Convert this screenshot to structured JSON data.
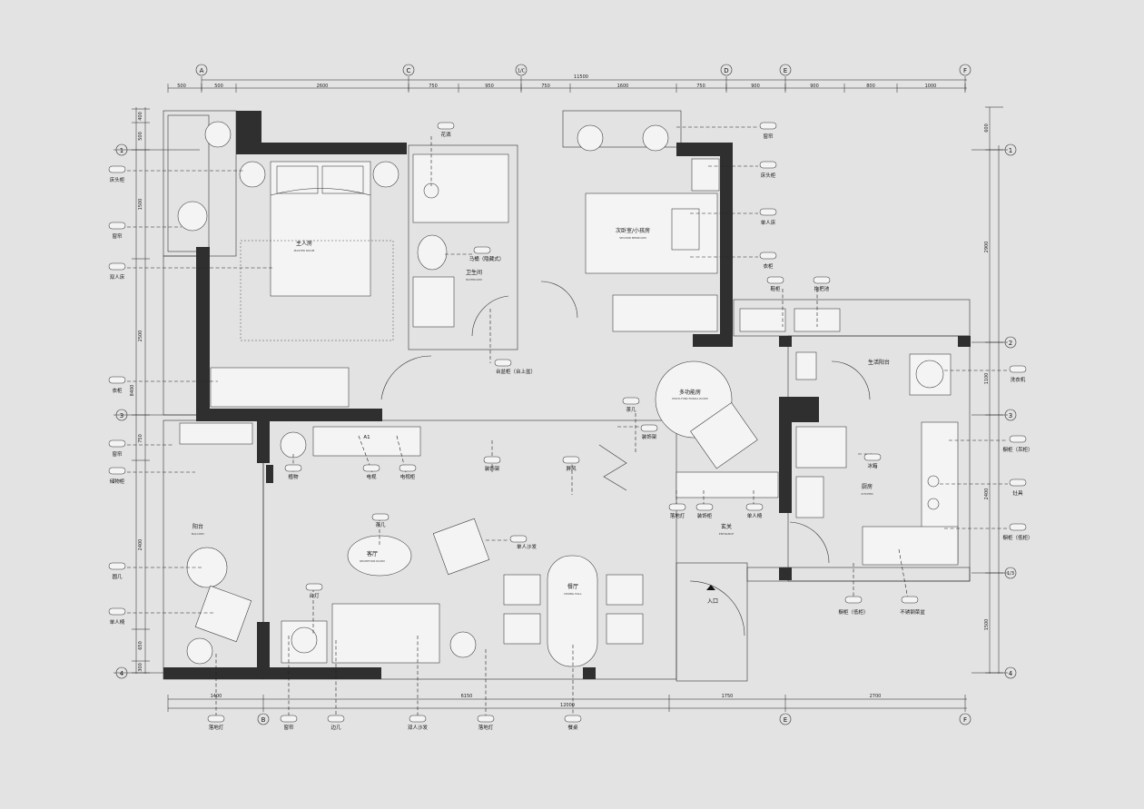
{
  "grid": {
    "top": [
      "A",
      "C",
      "1/C",
      "D",
      "E",
      "F"
    ],
    "bottom": [
      "B",
      "E",
      "F"
    ],
    "left": [
      "1",
      "3",
      "4"
    ],
    "right": [
      "1",
      "2",
      "3",
      "1/3",
      "4"
    ]
  },
  "dims": {
    "top_segments": [
      "500",
      "500",
      "2600",
      "750",
      "950",
      "750",
      "1600",
      "750",
      "900",
      "900",
      "800",
      "1000"
    ],
    "top_total": "11500",
    "bottom_segments": [
      "1400",
      "6150",
      "1750",
      "2700"
    ],
    "bottom_total": "12000",
    "left_segments": [
      "400",
      "500",
      "1500",
      "2500",
      "750",
      "2400",
      "650",
      "300"
    ],
    "left_total": "8400",
    "right_segments": [
      "600",
      "2900",
      "1100",
      "2400",
      "1500"
    ]
  },
  "rooms": {
    "master": {
      "cn": "主人房",
      "en": "MASTER ROOM"
    },
    "bath": {
      "cn": "卫生间",
      "en": "BATHROOM"
    },
    "second": {
      "cn": "次卧室/小孩房",
      "en": "SECOND BEDROOM"
    },
    "multi": {
      "cn": "多功能房",
      "en": "MULTI-FUNCTIONAL ROOM"
    },
    "living": {
      "cn": "客厅",
      "en": "RECEPTION ROOM"
    },
    "dining": {
      "cn": "餐厅",
      "en": "DINING HALL"
    },
    "balcony": {
      "cn": "阳台",
      "en": "BALCONY"
    },
    "kitchen": {
      "cn": "厨房",
      "en": "KITCHEN"
    },
    "foyer": {
      "cn": "玄关",
      "en": "ENTRANCE"
    },
    "service_balcony": "生活阳台",
    "entry": "入口"
  },
  "labels": {
    "left_1": "床头柜",
    "left_2": "窗帘",
    "left_3": "双人床",
    "left_4": "衣柜",
    "left_5": "窗帘",
    "left_6": "储物柜",
    "left_7": "圆几",
    "left_8": "单人椅",
    "right_1": "窗帘",
    "right_2": "床头柜",
    "right_3": "单人床",
    "right_4": "衣柜",
    "right_5": "洗衣机",
    "right_6": "橱柜（吊柜）",
    "right_7": "灶具",
    "right_8": "橱柜（低柜）",
    "top_1": "花洒",
    "inner_toilet": "马桶（隐藏式）",
    "inner_basin": "台盆柜（台上盆）",
    "inner_tea": "茶几",
    "inner_shelf1": "装饰架",
    "inner_screen": "屏风",
    "inner_plant": "植物",
    "inner_tvline": "电视",
    "inner_tvcab": "电视柜",
    "inner_shelf2": "装饰架",
    "inner_tea2": "茶几",
    "inner_sofa1": "单人沙发",
    "inner_lamp": "台灯",
    "inner_a1": "A1",
    "inner_fridge": "冰箱",
    "inner_floorlamp": "落地灯",
    "inner_shelf3": "装饰柜",
    "inner_chair": "单人椅",
    "inner_shoe": "鞋柜",
    "inner_mop": "拖把池",
    "inner_lowcab": "橱柜（低柜）",
    "inner_sink": "不锈钢菜盆",
    "bottom_1": "落地灯",
    "bottom_2": "窗帘",
    "bottom_3": "边几",
    "bottom_4": "双人沙发",
    "bottom_5": "落地灯",
    "bottom_6": "餐桌"
  },
  "tag_text": "—"
}
